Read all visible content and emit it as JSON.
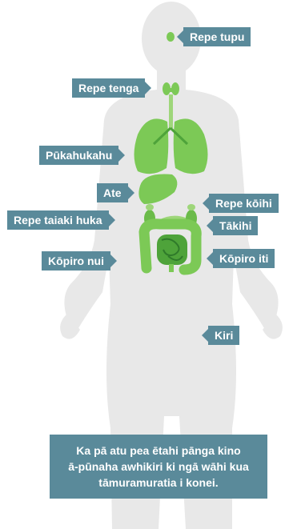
{
  "labels": {
    "pituitary": "Repe tupu",
    "thyroid": "Repe tenga",
    "lungs": "Pūkahukahu",
    "liver": "Ate",
    "adrenal": "Repe kōihi",
    "pancreas": "Repe taiaki huka",
    "kidneys": "Tākihi",
    "large_intestine": "Kōpiro nui",
    "small_intestine": "Kōpiro iti",
    "skin": "Kiri"
  },
  "note": {
    "line1": "Ka pā atu pea ētahi pānga kino",
    "line2": "ā-pūnaha awhikiri ki ngā wāhi kua",
    "line3": "tāmuramuratia i konei."
  },
  "colors": {
    "body": "#e6e6e6",
    "organ": "#7cc956",
    "organ_dark": "#4ea33a",
    "label_bg": "#5a8a9a"
  }
}
